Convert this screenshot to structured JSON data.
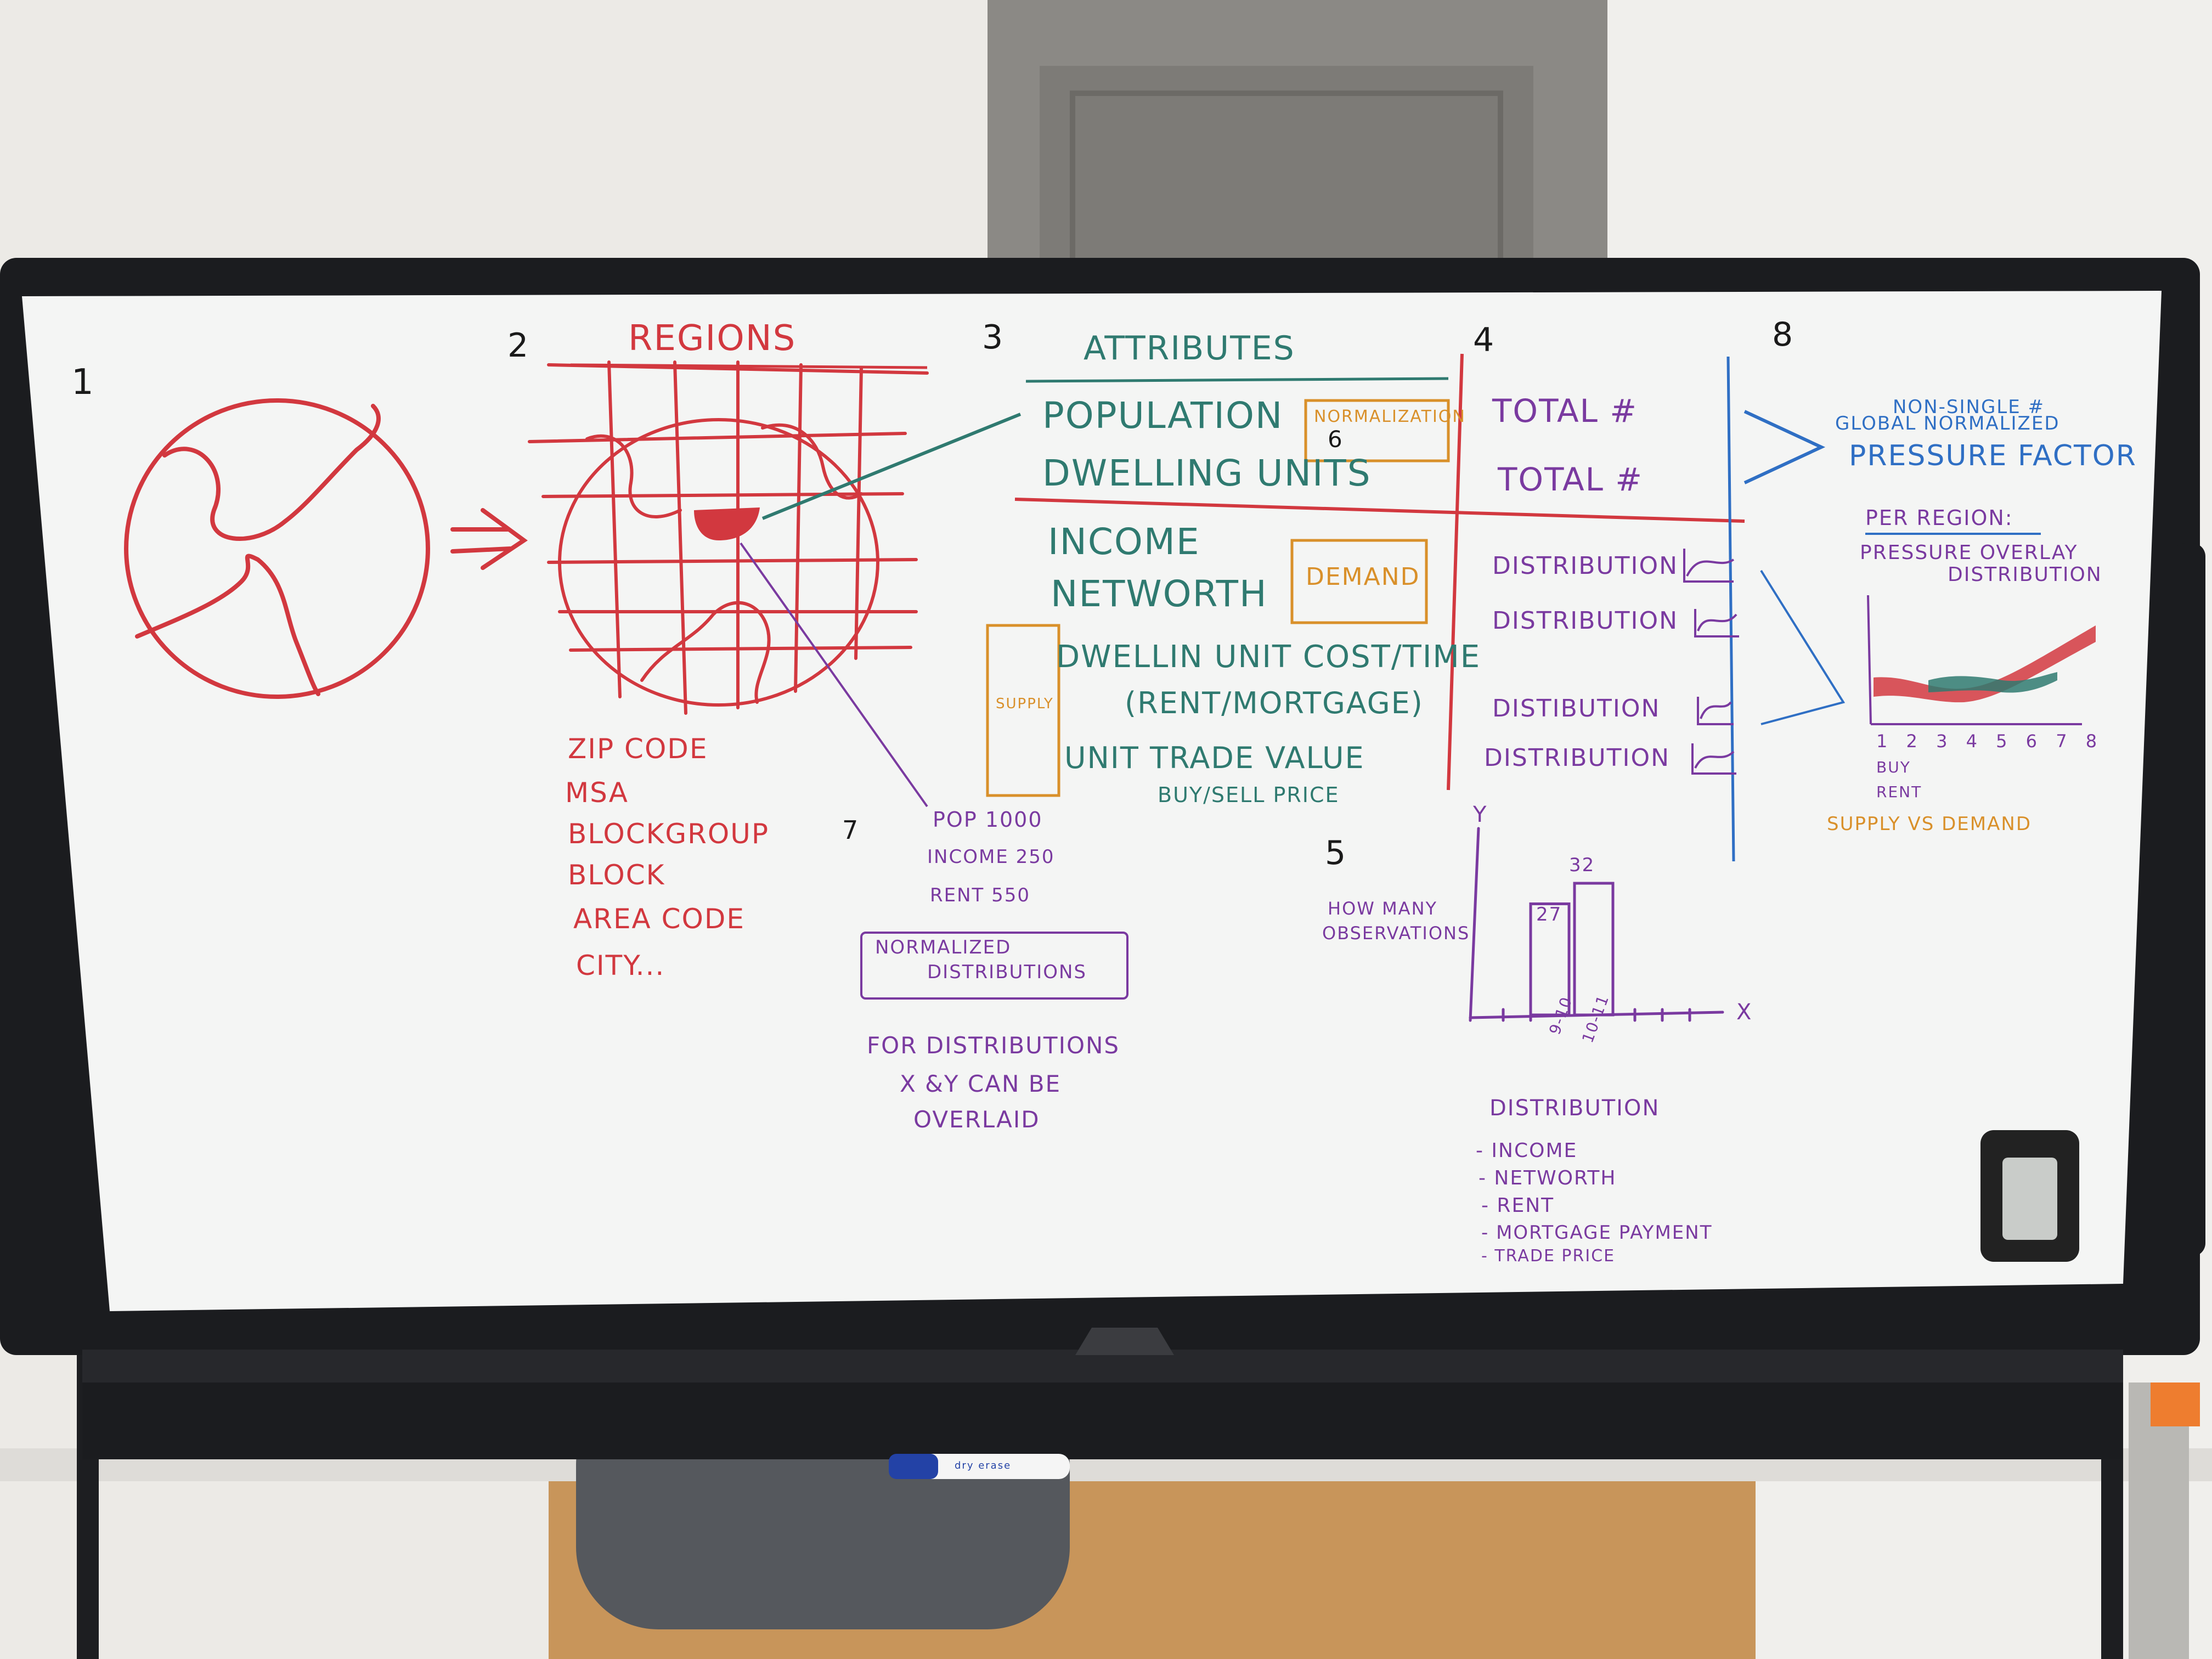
{
  "sections": {
    "s1": {
      "number": "1"
    },
    "s2": {
      "number": "2",
      "title": "REGIONS"
    },
    "s3": {
      "number": "3",
      "title": "ATTRIBUTES"
    },
    "s4": {
      "number": "4"
    },
    "s5": {
      "number": "5"
    },
    "s6": {
      "number": "6"
    },
    "s7": {
      "number": "7"
    },
    "s8": {
      "number": "8"
    }
  },
  "regions_list": [
    "ZIP CODE",
    "MSA",
    "BLOCKGROUP",
    "BLOCK",
    "AREA CODE",
    "CITY..."
  ],
  "attributes": {
    "population": "POPULATION",
    "dwelling_units": "DWELLING UNITS",
    "income": "INCOME",
    "networth": "NETWORTH",
    "cost_line1": "DWELLIN UNIT COST/TIME",
    "cost_line2": "(RENT/MORTGAGE)",
    "trade_value": "UNIT TRADE VALUE",
    "buy_sell": "BUY/SELL PRICE",
    "normalization_box": "NORMALIZATION",
    "demand_box": "DEMAND",
    "supply_box": "SUPPLY"
  },
  "column4": {
    "total1": "TOTAL #",
    "total2": "TOTAL #",
    "dist1": "DISTRIBUTION",
    "dist2": "DISTRIBUTION",
    "dist3": "DISTIBUTION",
    "dist4": "DISTRIBUTION"
  },
  "example": {
    "pop": "POP 1000",
    "income": "INCOME 250",
    "rent": "RENT 550",
    "box": [
      "NORMALIZED",
      "DISTRIBUTIONS"
    ],
    "note": [
      "FOR DISTRIBUTIONS",
      "X &Y CAN BE",
      "OVERLAID"
    ]
  },
  "histogram": {
    "y_label": "Y",
    "x_label": "X",
    "side_label": [
      "HOW MANY",
      "OBSERVATIONS"
    ],
    "bar_labels": [
      "27",
      "32"
    ],
    "tick_labels": [
      "9-10",
      "10-11"
    ]
  },
  "chart_data": {
    "type": "bar",
    "categories": [
      "9-10",
      "10-11"
    ],
    "values": [
      27,
      32
    ],
    "xlabel": "X",
    "ylabel": "Y"
  },
  "distribution_list": {
    "title": "DISTRIBUTION",
    "items": [
      "- INCOME",
      "- NETWORTH",
      "- RENT",
      "- MORTGAGE PAYMENT",
      "- TRADE PRICE"
    ]
  },
  "section8": {
    "line1": "NON-SINGLE #",
    "line2": "GLOBAL NORMALIZED",
    "line3": "PRESSURE FACTOR",
    "per_region": "PER REGION:",
    "overlay1": "PRESSURE OVERLAY",
    "overlay2": "DISTRIBUTION",
    "ticks": "1 2 3 4 5 6 7 8",
    "legend1": "BUY",
    "legend2": "RENT",
    "footer": "SUPPLY VS DEMAND"
  },
  "marker_label": "dry erase",
  "colors": {
    "red": "#d2383f",
    "teal": "#2f7a70",
    "blue": "#2f6fc4",
    "purple": "#7a3aa0",
    "orange": "#d9902a",
    "black": "#1a1a1a",
    "board": "#f4f5f4",
    "frame": "#1b1c1f"
  }
}
